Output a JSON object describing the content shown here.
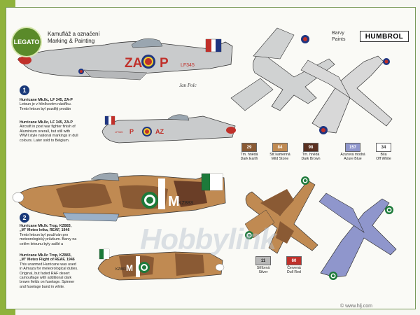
{
  "header": {
    "logo": "LEGATO",
    "title_cs": "Kamufláž a označení",
    "title_en": "Marking & Painting"
  },
  "paints": {
    "label_cs": "Barvy",
    "label_en": "Paints",
    "brand": "HUMBROL",
    "row1": [
      {
        "num": "29",
        "cs": "Tm. hnědá",
        "en": "Dark Earth",
        "color": "#8a5a34"
      },
      {
        "num": "84",
        "cs": "Stř.kamenná",
        "en": "Mild Stone",
        "color": "#c08a52"
      },
      {
        "num": "98",
        "cs": "Tm. hnědá",
        "en": "Dark Brown",
        "color": "#5a3020"
      },
      {
        "num": "157",
        "cs": "Azurová modrá",
        "en": "Azure Blue",
        "color": "#8f96cc"
      },
      {
        "num": "34",
        "cs": "Bílá",
        "en": "Off White",
        "color": "#ffffff"
      }
    ],
    "row2": [
      {
        "num": "11",
        "cs": "Stříbrná",
        "en": "Silver",
        "color": "#b8b8b8"
      },
      {
        "num": "60",
        "cs": "Červená",
        "en": "Dull Red",
        "color": "#c0302a"
      }
    ]
  },
  "version1": {
    "num": "1",
    "top_title": "Hurricane Mk.IIc, LF 345, ZA-P",
    "top_text": "Letoun je v hliníkovém nástřiku. Tento letoun byl později prodán",
    "bottom_title": "Hurricane Mk.IIc, LF 345, ZA-P",
    "bottom_text": "Aircraft in post war fighter finish of Aluminium overall, but still with WWII style national markings in dull colours. Later sold to Belgium.",
    "code_left": "ZA",
    "code_right": "P",
    "serial": "LF345"
  },
  "version2": {
    "num": "2",
    "top_title": "Hurricane Mk.IIc Trop, KZ883, „M\" Meteo letka, REAF, 1946",
    "top_text": "Tento letoun byl používán pro meteorologický průzkum. Barvy na celém letounu byly zašlé a",
    "bottom_title": "Hurricane Mk.IIc Trop, KZ883, „M\" Meteo Flight of REAF, 1946",
    "bottom_text": "This unarmed Hurricane was used in Almaza for meteorological duties. Original, but faded RAF desert camouflage with additional dark brown fields on fuselage. Spinner and fuselage band in white.",
    "code": "M",
    "serial": "KZ883"
  },
  "signature": "Jan Polc",
  "watermark": "Hobbylink",
  "url": "© www.hlj.com",
  "colors": {
    "sidebar": "#8fb23c",
    "roundel_blue": "#1f3580",
    "roundel_red": "#c0302a",
    "egypt_green": "#1d7a3a"
  }
}
